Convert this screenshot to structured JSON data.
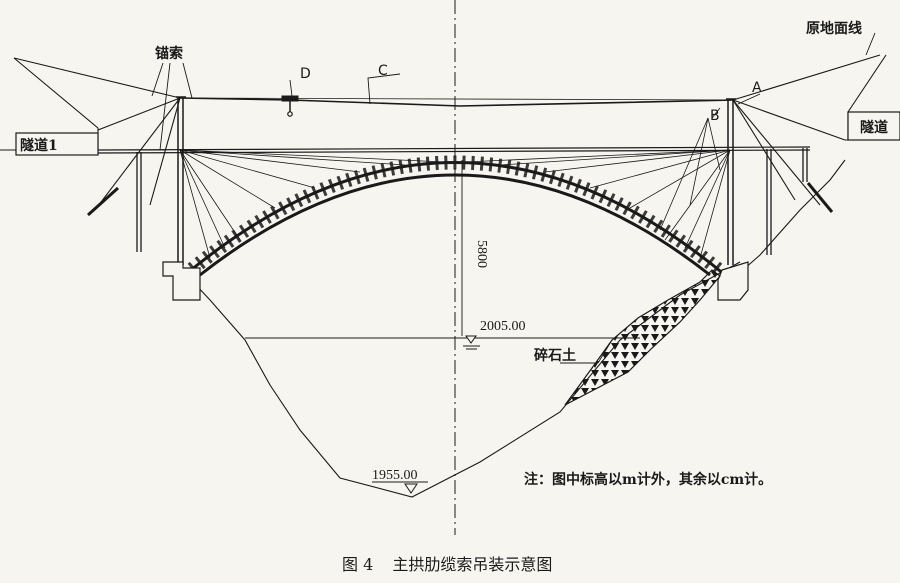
{
  "labels": {
    "anchor_cable": "锚索",
    "ground_line": "原地面线",
    "tunnel_left": "隧道1",
    "tunnel_right": "隧道",
    "point_a": "A",
    "point_b": "B",
    "point_c": "C",
    "point_d": "D",
    "span_rise": "5800",
    "water_level": "2005.00",
    "bottom_elev": "1955.00",
    "gravel": "碎石土"
  },
  "note": "注：图中标高以m计外，其余以cm计。",
  "caption": {
    "number": "图 4",
    "title": "主拱肋缆索吊装示意图"
  }
}
